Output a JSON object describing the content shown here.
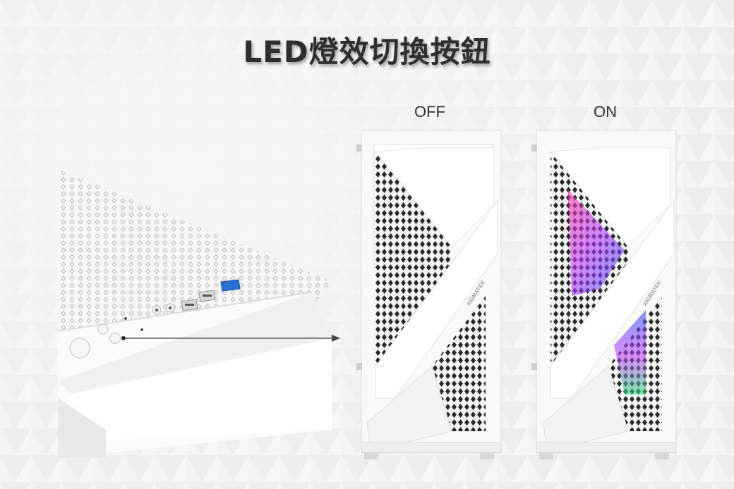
{
  "title": "LED燈效切換按鈕",
  "states": {
    "off_label": "OFF",
    "on_label": "ON"
  },
  "brand": "XIGMATEK",
  "colors": {
    "background": "#f4f4f4",
    "case_white": "#fafafa",
    "mesh_dark": "#2a2a2a",
    "usb_blue": "#2a6fd6",
    "rgb_magenta": "#d03cff",
    "rgb_blue": "#3a5cff",
    "rgb_green": "#2ee07a"
  }
}
